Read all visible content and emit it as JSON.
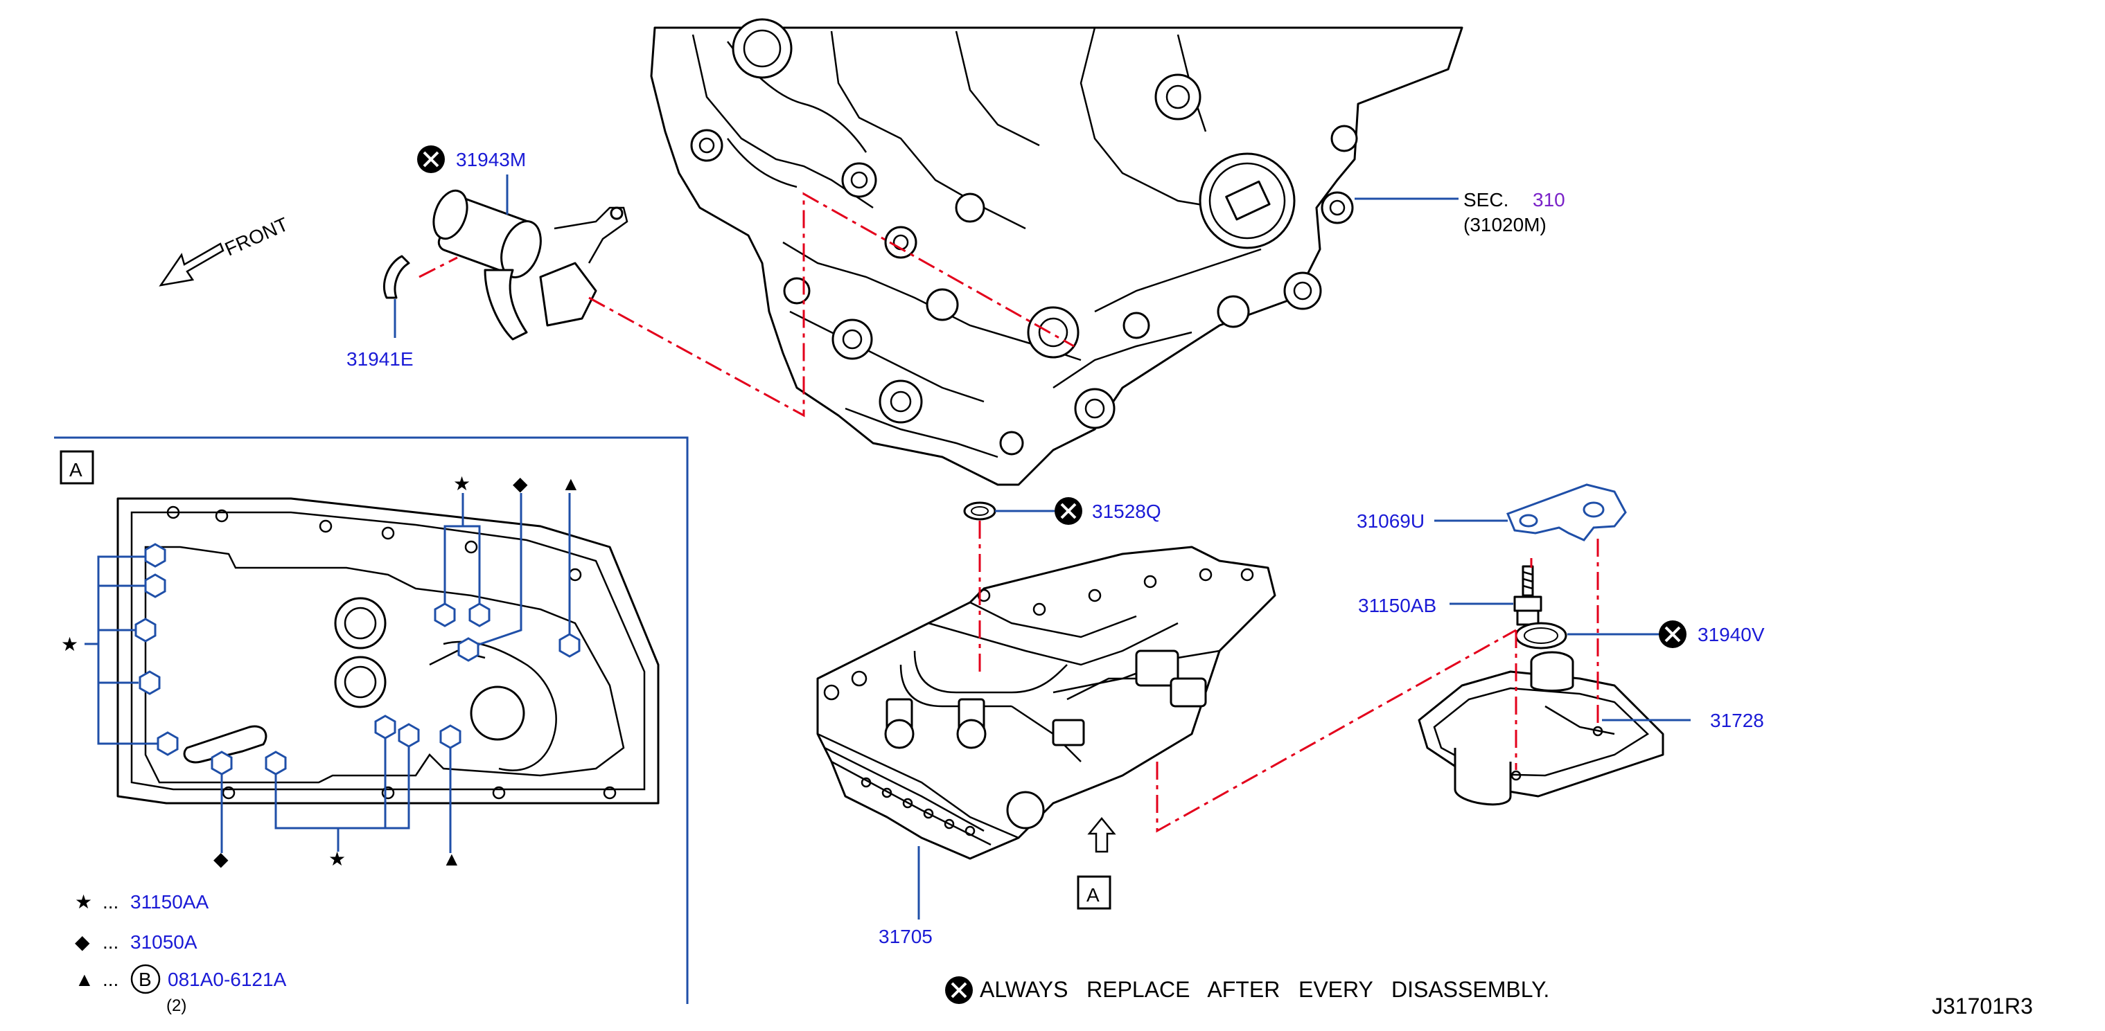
{
  "diagram": {
    "labels": {
      "front": "FRONT",
      "p31943M": "31943M",
      "p31941E": "31941E",
      "sec": "SEC.",
      "sec_num": "310",
      "p31020M": "(31020M)",
      "box_a_top": "A",
      "box_a_ref": "A",
      "p31528Q": "31528Q",
      "p31069U": "31069U",
      "p31150AB": "31150AB",
      "p31940V": "31940V",
      "p31728": "31728",
      "p31705": "31705",
      "note": "ALWAYS   REPLACE   AFTER   EVERY   DISASSEMBLY.",
      "drawing_id": "J31701R3"
    },
    "legend": [
      {
        "symbol": "★",
        "dots": "...",
        "code": "31150AA"
      },
      {
        "symbol": "◆",
        "dots": "...",
        "code": "31050A"
      },
      {
        "symbol": "▲",
        "dots": "...",
        "circle": "B",
        "code": "081A0-6121A",
        "qty": "(2)"
      }
    ],
    "detail_symbols": {
      "star_top": "★",
      "diamond_top": "◆",
      "tri_top": "▲",
      "star_left": "★",
      "diamond_bottom": "◆",
      "star_bottom": "★",
      "tri_bottom": "▲"
    },
    "colors": {
      "part_number": "#1a1ad6",
      "leader": "#1f4fa8",
      "phantom": "#e3001b",
      "section_num": "#7a22c8"
    }
  }
}
